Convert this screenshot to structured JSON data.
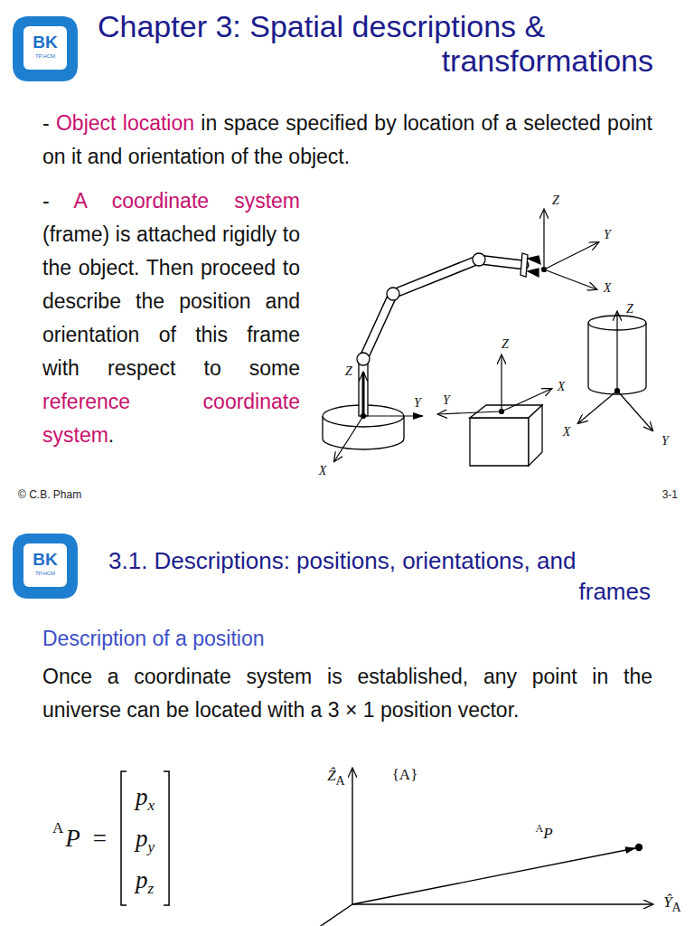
{
  "diagram": {
    "title": "Chapter 3: Spatial descriptions & transformations",
    "nodes": [
      {
        "text": [
          "BK",
          "TP.HCM"
        ]
      },
      {
        "text": [
          "BK",
          "TP.HCM"
        ]
      }
    ],
    "labels": [
      "-",
      "Object location",
      "in space specified by location of a selected point on it and orientation of the object.",
      "-",
      "A coordinate system",
      "(frame) is attached rigidly to the object. Then proceed to describe the position and orientation of this frame with respect to some",
      "reference coordinate system",
      ".",
      "Z",
      "Y",
      "X",
      "Z",
      "Y",
      "X",
      "Z",
      "Y",
      "X",
      "Z",
      "X",
      "Y",
      "© C.B. Pham",
      "3-1",
      "3.1. Descriptions: positions, orientations, and frames",
      "Description of a position",
      "Once a coordinate system is established, any point in the universe can be located with a 3 × 1 position vector.",
      "A",
      "P",
      "=",
      "p",
      "x",
      "p",
      "y",
      "p",
      "z",
      "{A}",
      "Ẑ",
      "A",
      "Ŷ",
      "A",
      "A",
      "P"
    ]
  }
}
